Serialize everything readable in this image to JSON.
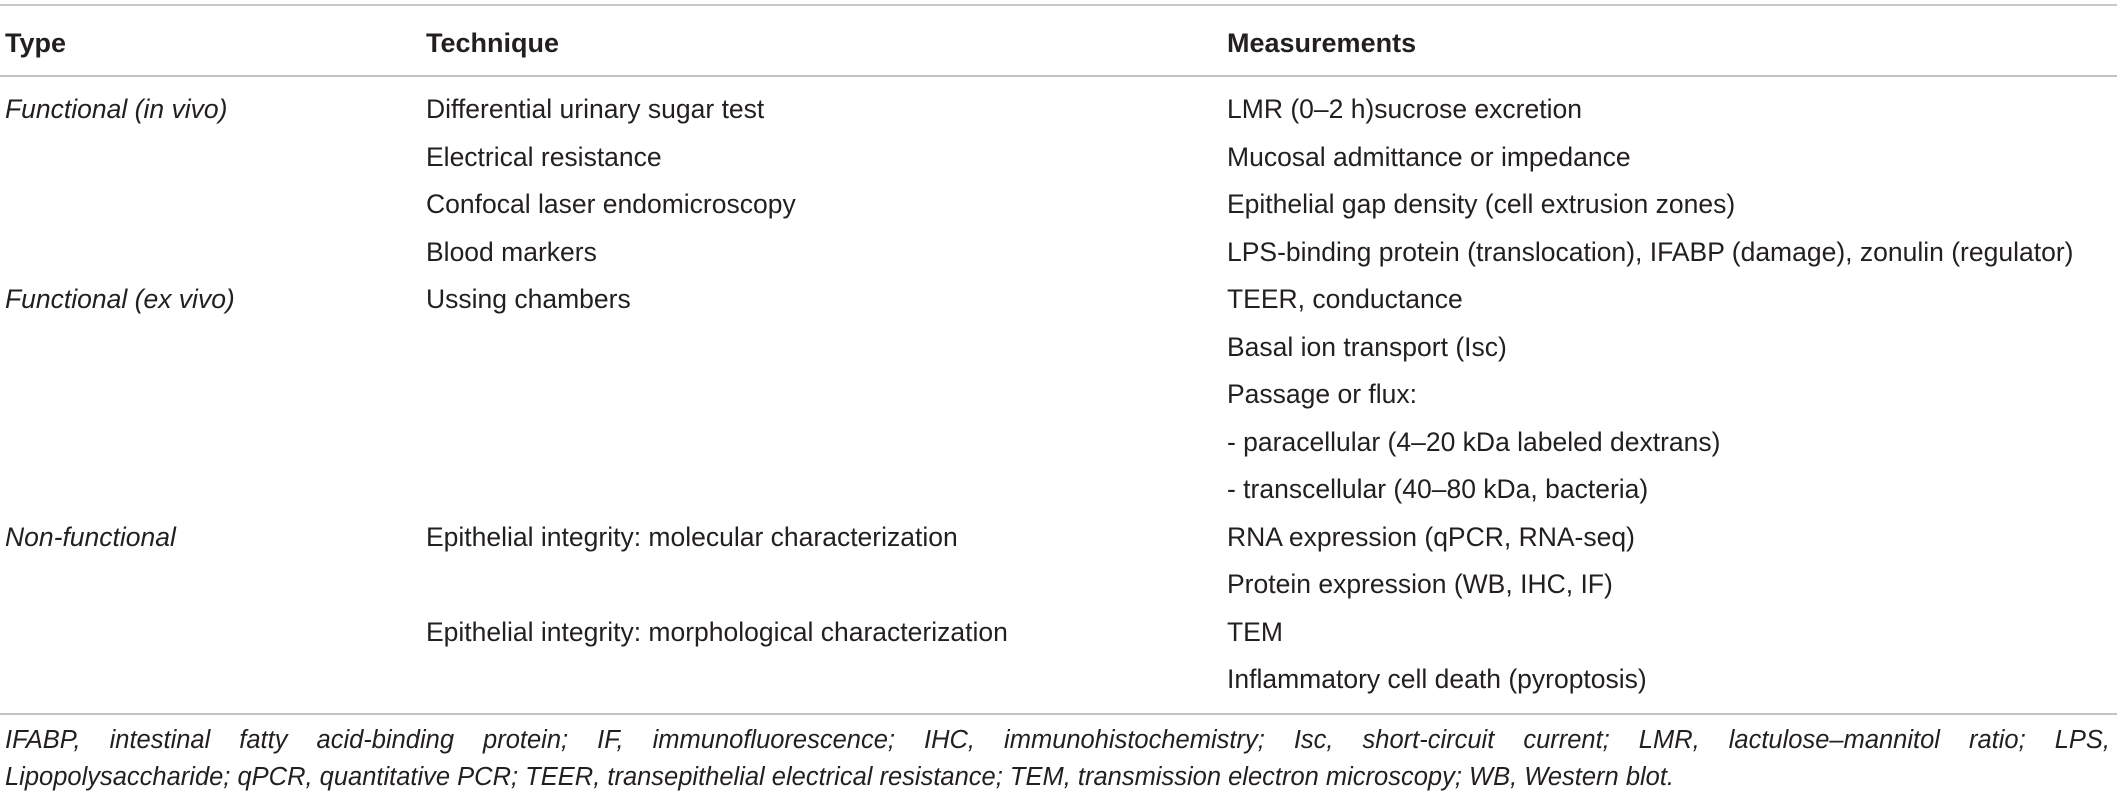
{
  "table": {
    "headers": [
      "Type",
      "Technique",
      "Measurements"
    ],
    "rows": [
      [
        "Functional (in vivo)",
        "Differential urinary sugar test",
        "LMR (0–2 h)sucrose excretion"
      ],
      [
        "",
        "Electrical resistance",
        "Mucosal admittance or impedance"
      ],
      [
        "",
        "Confocal laser endomicroscopy",
        "Epithelial gap density (cell extrusion zones)"
      ],
      [
        "",
        "Blood markers",
        "LPS-binding protein (translocation), IFABP (damage), zonulin (regulator)"
      ],
      [
        "Functional (ex vivo)",
        "Ussing chambers",
        "TEER, conductance"
      ],
      [
        "",
        "",
        "Basal ion transport (Isc)"
      ],
      [
        "",
        "",
        "Passage or flux:"
      ],
      [
        "",
        "",
        "- paracellular (4–20 kDa labeled dextrans)"
      ],
      [
        "",
        "",
        "- transcellular (40–80 kDa, bacteria)"
      ],
      [
        "Non-functional",
        "Epithelial integrity: molecular characterization",
        "RNA expression (qPCR, RNA-seq)"
      ],
      [
        "",
        "",
        "Protein expression (WB, IHC, IF)"
      ],
      [
        "",
        "Epithelial integrity: morphological characterization",
        "TEM"
      ],
      [
        "",
        "",
        "Inflammatory cell death (pyroptosis)"
      ]
    ]
  },
  "footnote": {
    "line1": "IFABP, intestinal fatty acid-binding protein; IF, immunofluorescence; IHC, immunohistochemistry; Isc, short-circuit current; LMR, lactulose–mannitol ratio; LPS,",
    "line2": "Lipopolysaccharide; qPCR, quantitative PCR; TEER, transepithelial electrical resistance; TEM, transmission electron microscopy; WB, Western blot."
  }
}
